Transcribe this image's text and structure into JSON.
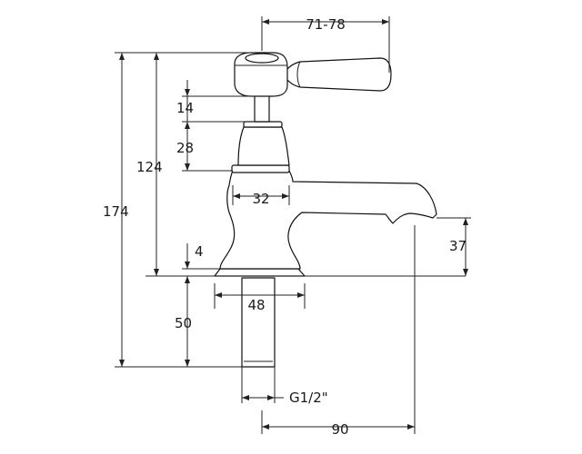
{
  "dimensions": {
    "handle_reach": "71-78",
    "spindle_height": "14",
    "shroud_height": "28",
    "total_above_deck": "124",
    "overall_height": "174",
    "body_width": "32",
    "spout_clearance": "37",
    "flange_height": "4",
    "base_diameter": "48",
    "shank_length": "50",
    "thread_size": "G1/2\"",
    "spout_reach": "90"
  }
}
